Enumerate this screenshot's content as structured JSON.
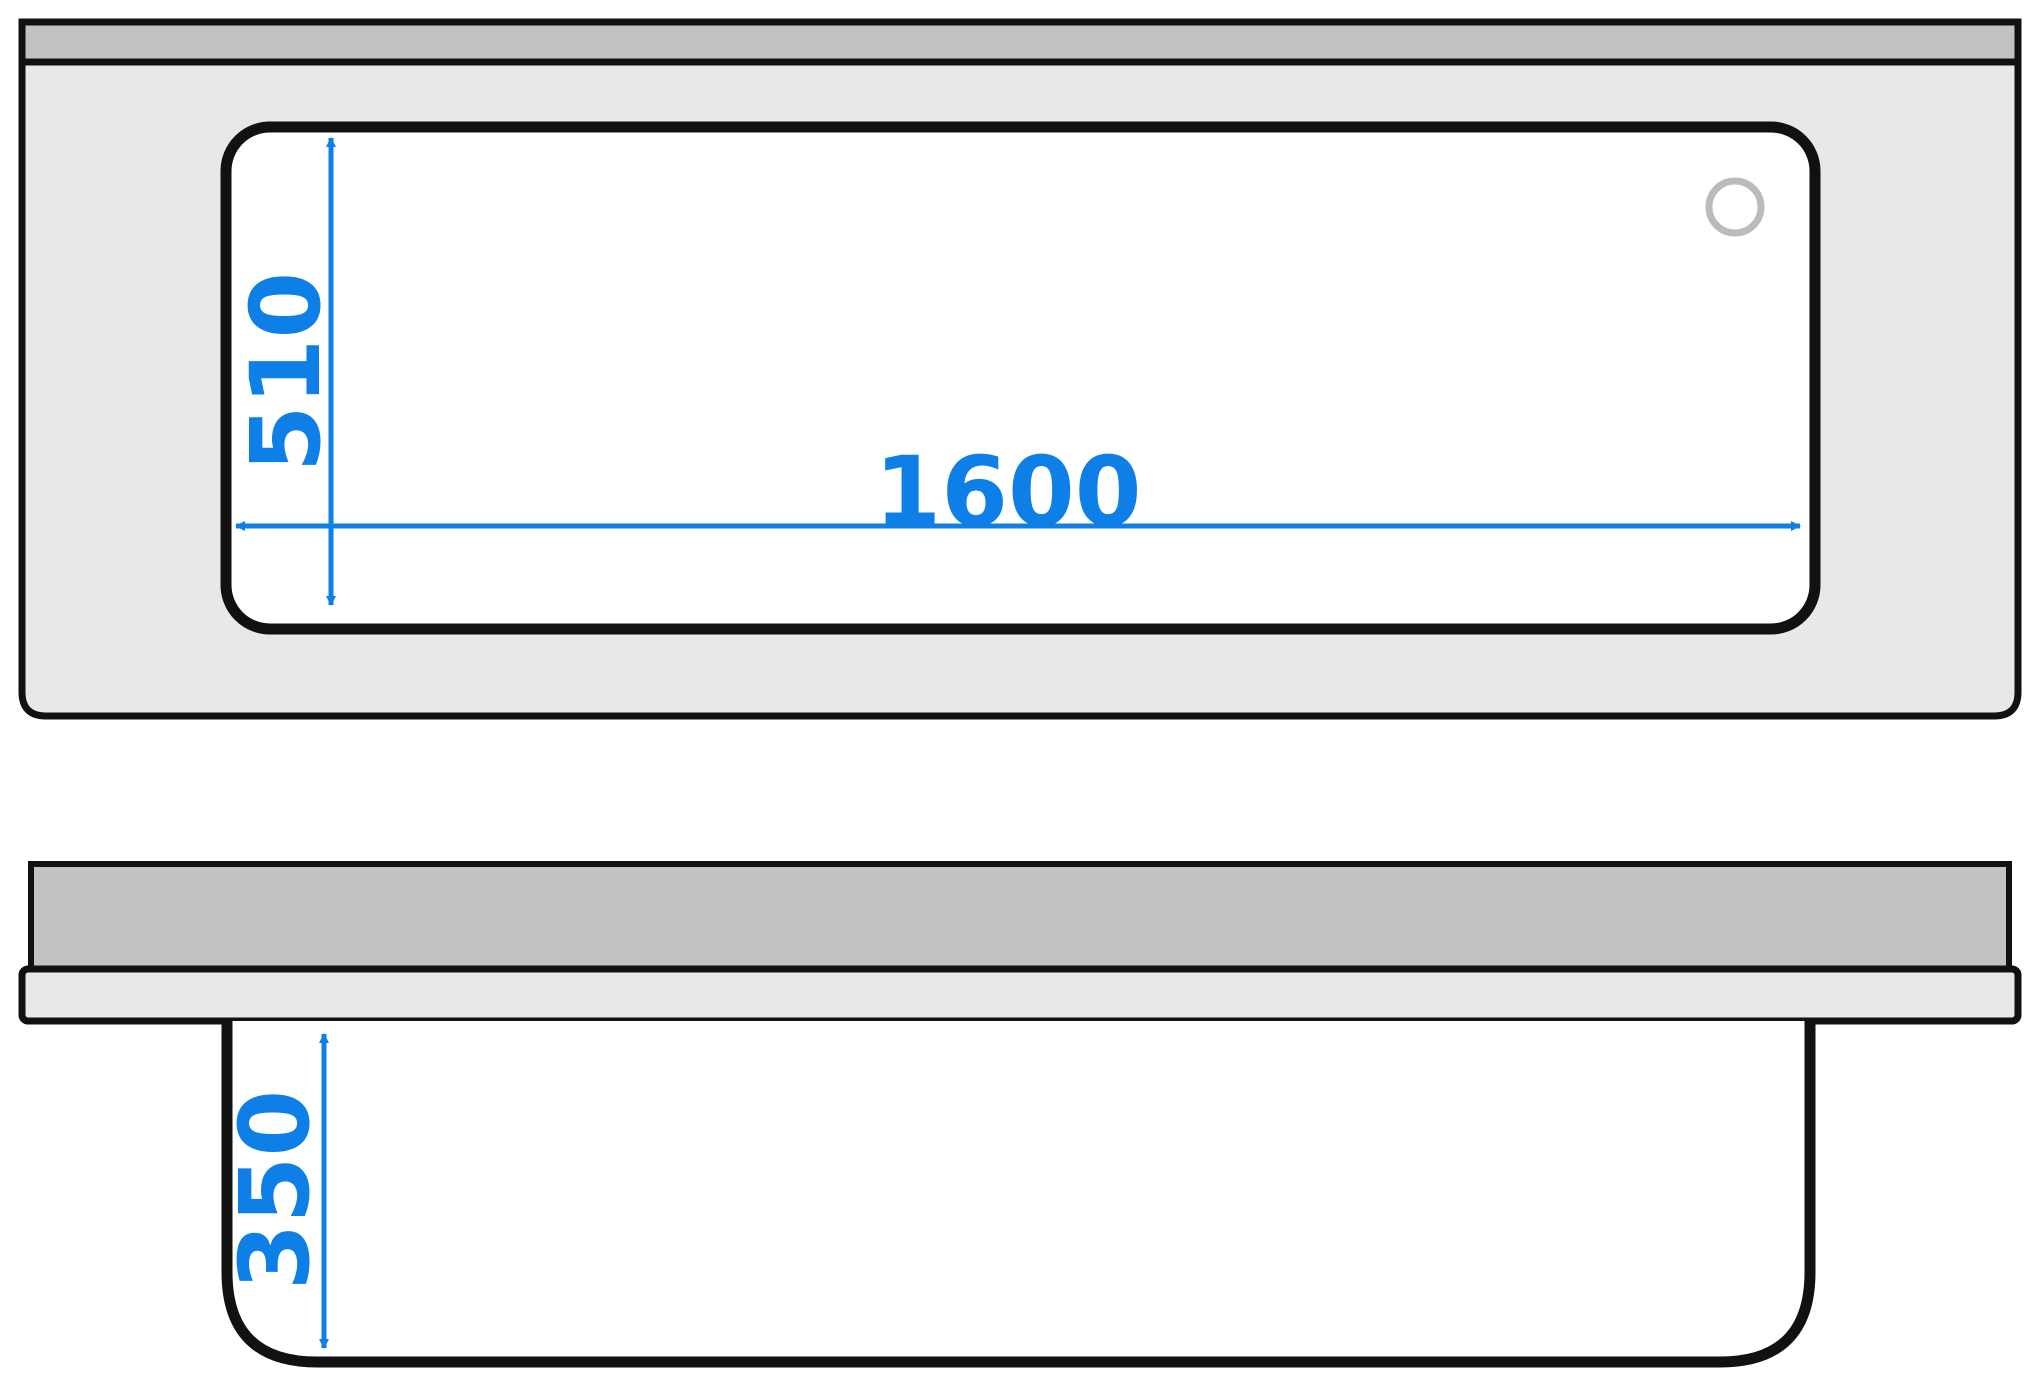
{
  "drawing": {
    "dimensions": {
      "width": "1600",
      "depth": "510",
      "height": "350"
    },
    "colors": {
      "outline": "#111111",
      "panel_fill": "#e8e8e8",
      "band_fill": "#c2c2c2",
      "basin_fill": "#ffffff",
      "dimension": "#0d7fe6",
      "drain_hole": "#bbbbbb"
    }
  }
}
